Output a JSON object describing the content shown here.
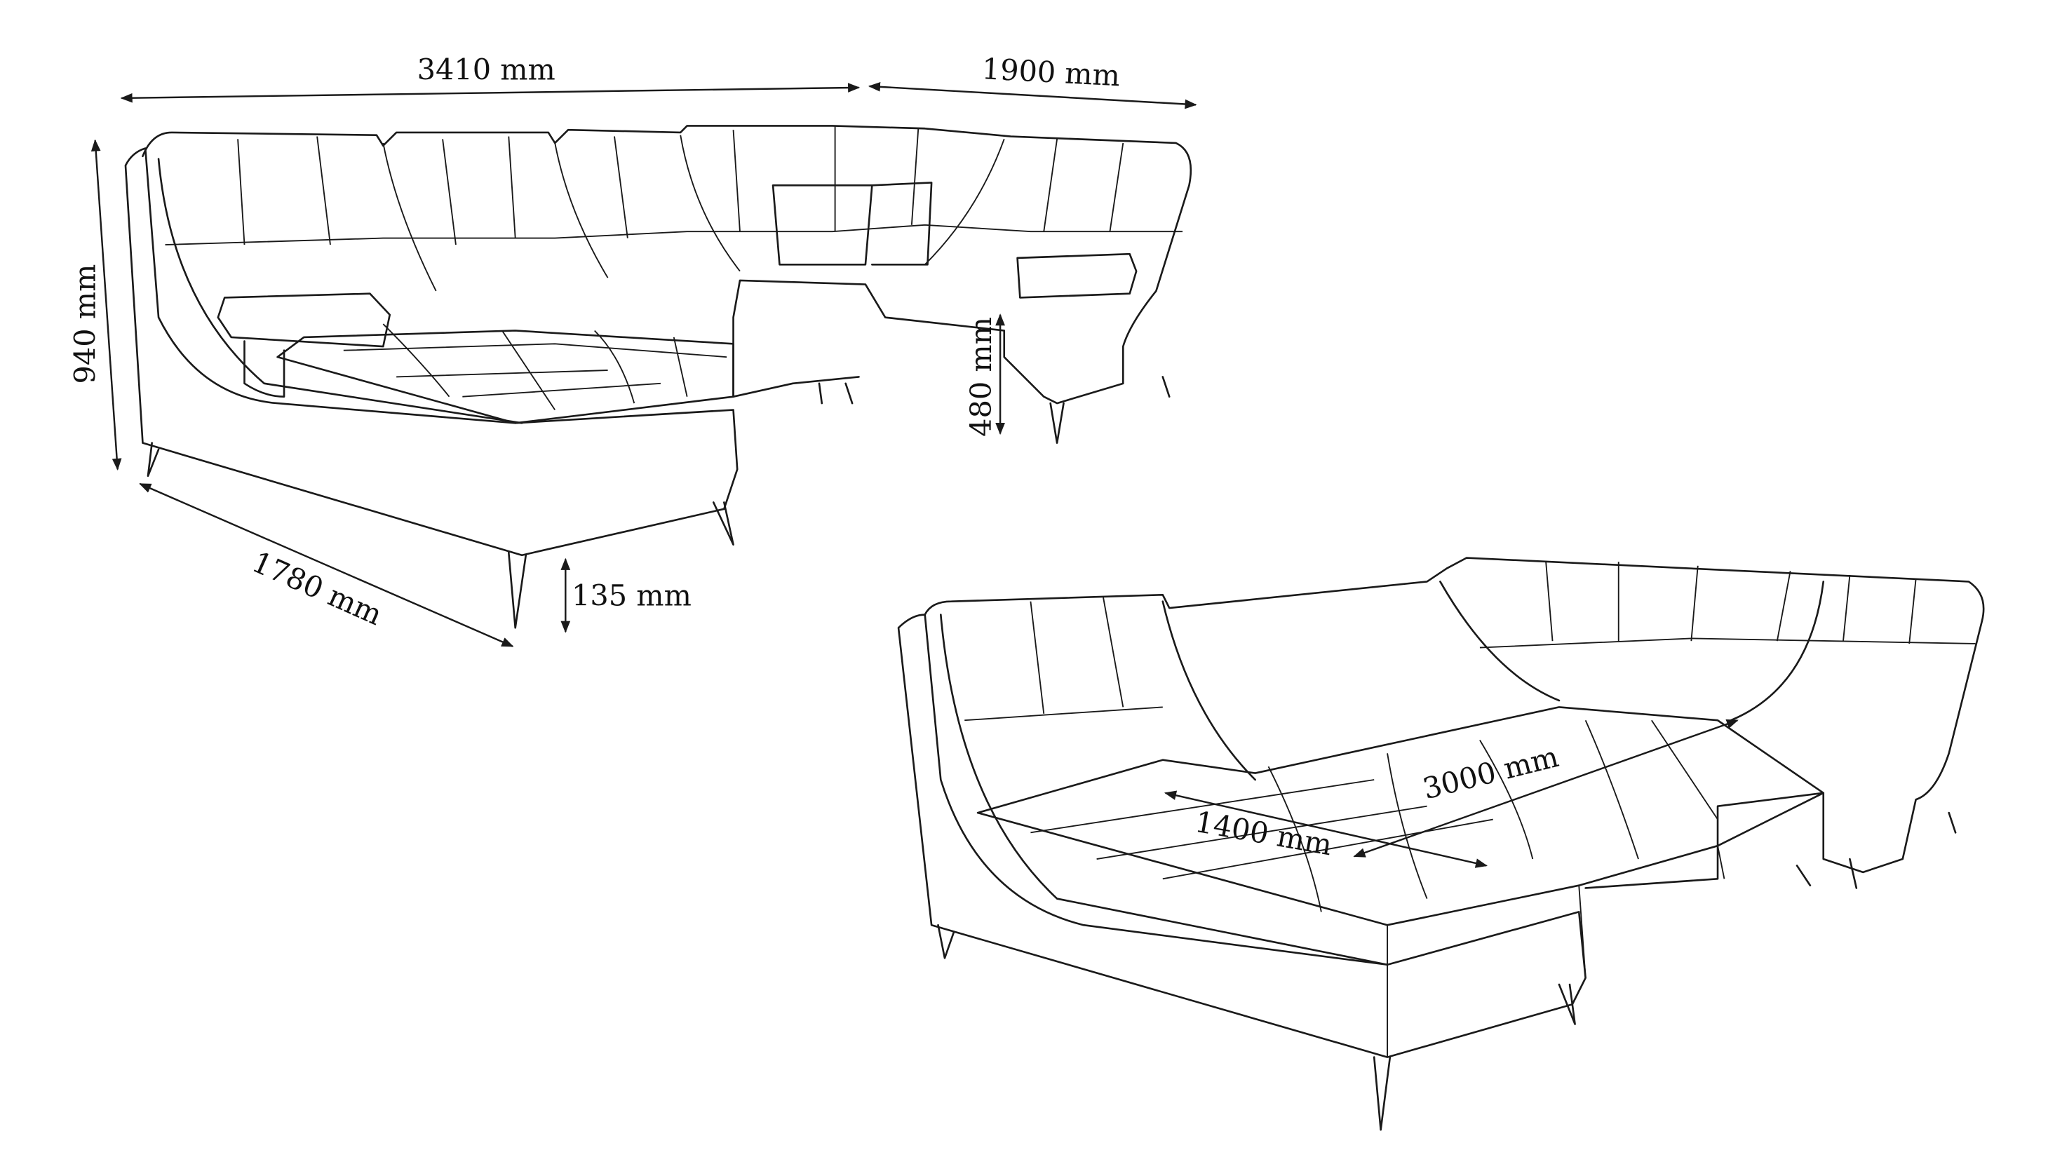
{
  "diagram": {
    "top_view": {
      "width_left": "3410 mm",
      "width_right": "1900 mm",
      "height": "940 mm",
      "seat_height": "480 mm",
      "depth": "1780 mm",
      "leg_height": "135 mm"
    },
    "bed_view": {
      "bed_length": "3000 mm",
      "bed_width": "1400 mm"
    },
    "colors": {
      "line": "#1a1a1a",
      "background": "#ffffff"
    }
  }
}
